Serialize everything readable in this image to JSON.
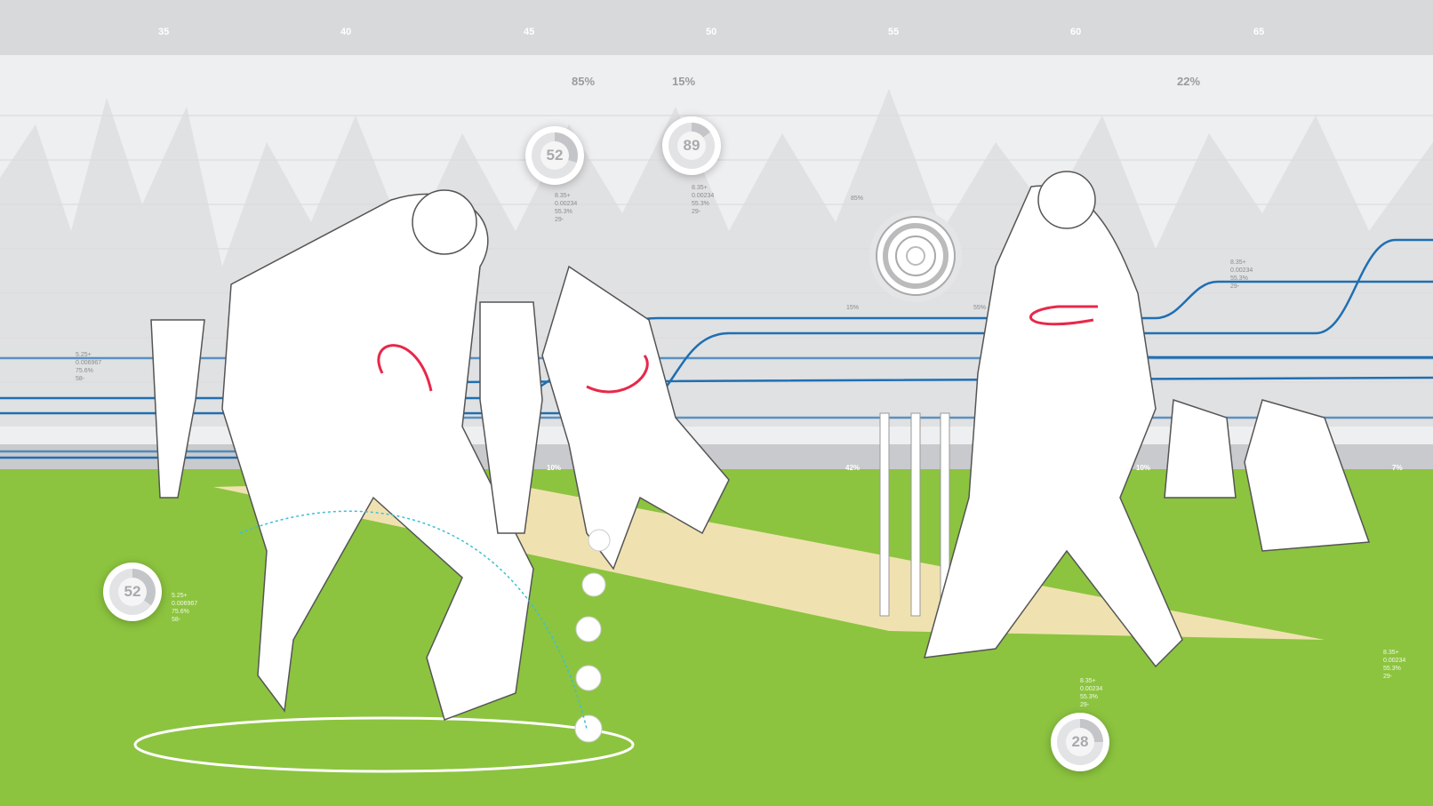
{
  "ruler": {
    "ticks": [
      "35",
      "40",
      "45",
      "50",
      "55",
      "60",
      "65"
    ]
  },
  "top_percents": [
    "85%",
    "15%",
    "22%"
  ],
  "stat_circles": [
    {
      "value": "52",
      "lines": [
        "8.35+",
        "0.00234",
        "55.3%",
        "29-"
      ]
    },
    {
      "value": "89",
      "lines": [
        "8.35+",
        "0.00234",
        "55.3%",
        "29-"
      ]
    },
    {
      "value": "52",
      "lines": [
        "5.25+",
        "0.006967",
        "75.6%",
        "58-"
      ]
    },
    {
      "value": "28",
      "lines": [
        "8.35+",
        "0.00234",
        "55.3%",
        "29-"
      ]
    }
  ],
  "side_labels": [
    {
      "lines": [
        "5.25+",
        "0.006967",
        "75.6%",
        "58-"
      ]
    },
    {
      "lines": [
        "8.35+",
        "0.00234",
        "55.3%",
        "29-"
      ]
    },
    {
      "lines": [
        "8.35+",
        "0.00234",
        "55.3%",
        "29-"
      ]
    }
  ],
  "target": {
    "labels": [
      "85%",
      "15%",
      "55%"
    ]
  },
  "band_labels": [
    "10%",
    "42%",
    "10%",
    "7%"
  ],
  "colors": {
    "grass": "#8cc43f",
    "line": "#1f6fb2",
    "accent": "#e8284a",
    "pitch": "#f0e2b0"
  }
}
